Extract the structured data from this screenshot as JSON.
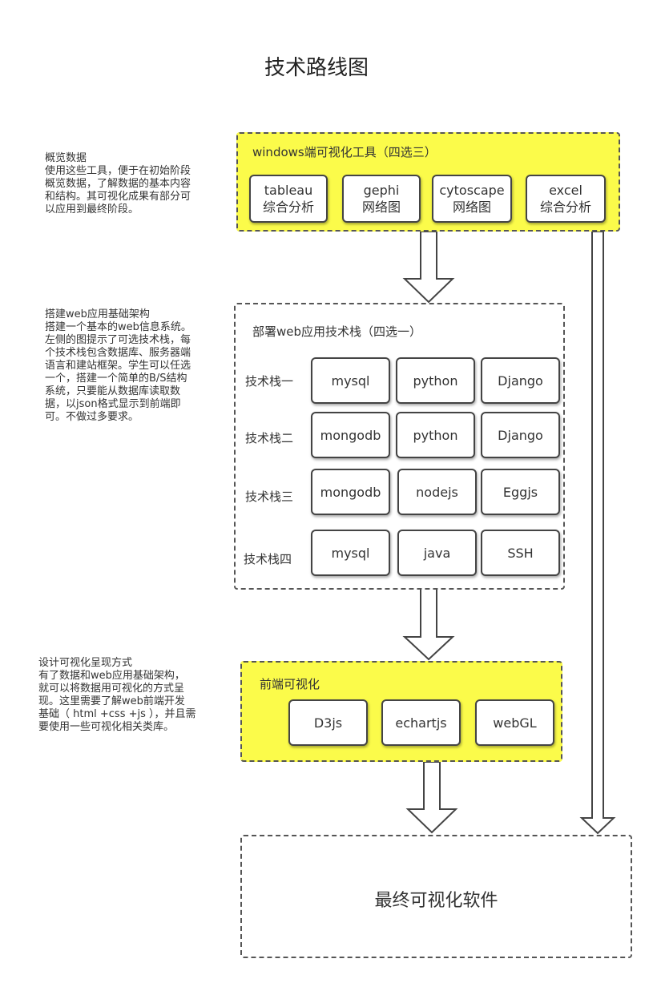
{
  "title": "技术路线图",
  "notes": {
    "overview": {
      "heading": "概览数据",
      "lines": [
        "使用这些工具，便于在初始阶段",
        "概览数据，了解数据的基本内容",
        "和结构。其可视化成果有部分可",
        "以应用到最终阶段。"
      ]
    },
    "web": {
      "heading": "搭建web应用基础架构",
      "lines": [
        "搭建一个基本的web信息系统。",
        "左侧的图提示了可选技术栈，每",
        "个技术栈包含数据库、服务器端",
        "语言和建站框架。学生可以任选",
        "一个，搭建一个简单的B/S结构",
        "系统，只要能从数据库读取数",
        "据，以json格式显示到前端即",
        "可。不做过多要求。"
      ]
    },
    "design": {
      "heading": "设计可视化呈现方式",
      "lines": [
        "有了数据和web应用基础架构，",
        "就可以将数据用可视化的方式呈",
        "现。这里需要了解web前端开发",
        "基础（ html +css +js ），并且需",
        "要使用一些可视化相关类库。"
      ]
    }
  },
  "windows_tools": {
    "title": "windows端可视化工具（四选三）",
    "tools": [
      {
        "name": "tableau",
        "desc": "综合分析"
      },
      {
        "name": "gephi",
        "desc": "网络图"
      },
      {
        "name": "cytoscape",
        "desc": "网络图"
      },
      {
        "name": "excel",
        "desc": "综合分析"
      }
    ]
  },
  "web_stack": {
    "title": "部署web应用技术栈（四选一）",
    "stacks": [
      {
        "label": "技术栈一",
        "items": [
          "mysql",
          "python",
          "Django"
        ]
      },
      {
        "label": "技术栈二",
        "items": [
          "mongodb",
          "python",
          "Django"
        ]
      },
      {
        "label": "技术栈三",
        "items": [
          "mongodb",
          "nodejs",
          "Eggjs"
        ]
      },
      {
        "label": "技术栈四",
        "items": [
          "mysql",
          "java",
          "SSH"
        ]
      }
    ]
  },
  "frontend": {
    "title": "前端可视化",
    "libs": [
      "D3js",
      "echartjs",
      "webGL"
    ]
  },
  "final": {
    "label": "最终可视化软件"
  },
  "colors": {
    "panel_yellow": "#fbfb4a",
    "border": "#444444"
  }
}
